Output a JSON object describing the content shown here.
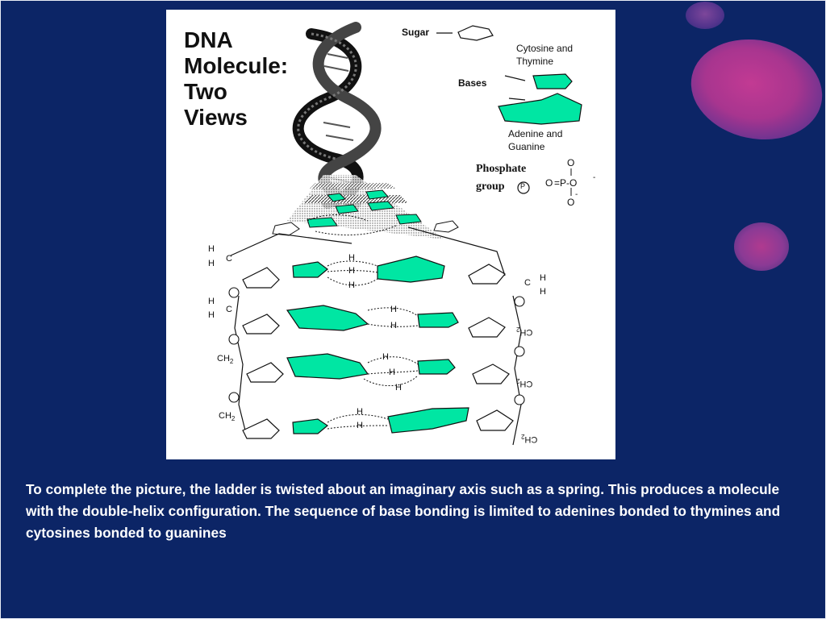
{
  "figure": {
    "title_lines": [
      "DNA",
      "Molecule:",
      "Two",
      "Views"
    ],
    "labels": {
      "sugar": "Sugar",
      "cytosine_thymine_1": "Cytosine and",
      "cytosine_thymine_2": "Thymine",
      "bases": "Bases",
      "adenine_guanine_1": "Adenine and",
      "adenine_guanine_2": "Guanine",
      "phosphate_1": "Phosphate",
      "phosphate_2": "group",
      "phosphate_symbol": "P"
    },
    "phosphate_formula": {
      "top": "O",
      "middle_left": "O",
      "middle_eq": "=P-O",
      "superscript": "-",
      "bottom": "O",
      "bottom_minus": "-"
    },
    "hydrogen_label": "H",
    "ch_label": "C",
    "ch2_label": "CH",
    "ch2_sub": "2",
    "base_color": "#00e6a3"
  },
  "caption": "To complete the picture, the ladder is twisted about an imaginary axis such as a spring. This produces a molecule with the double-helix configuration. The sequence of base bonding is limited to adenines bonded to thymines and cytosines bonded to guanines"
}
